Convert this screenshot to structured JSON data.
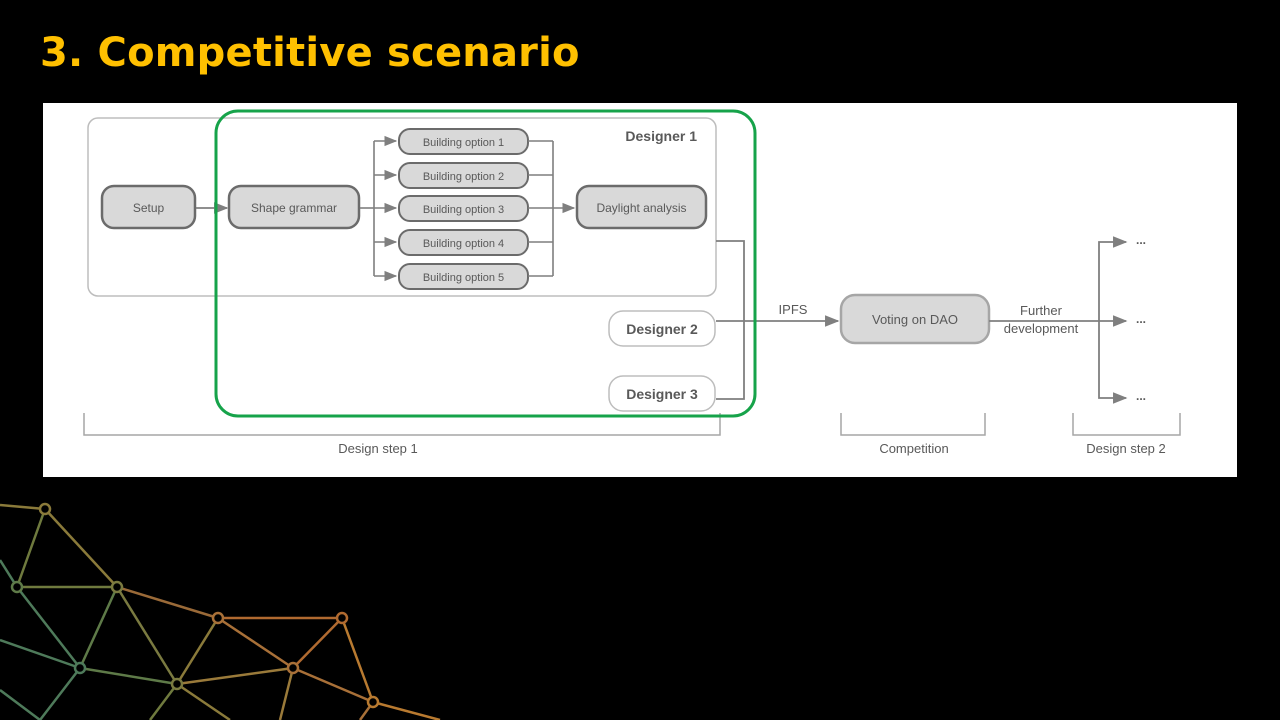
{
  "slide": {
    "title": "3. Competitive scenario"
  },
  "diagram": {
    "designer1_label": "Designer 1",
    "designer2_label": "Designer 2",
    "designer3_label": "Designer 3",
    "setup_label": "Setup",
    "shape_grammar_label": "Shape grammar",
    "building_options": [
      "Building option 1",
      "Building option 2",
      "Building option 3",
      "Building option 4",
      "Building option 5"
    ],
    "daylight_label": "Daylight analysis",
    "ipfs_label": "IPFS",
    "voting_label": "Voting on DAO",
    "further_label_line1": "Further",
    "further_label_line2": "development",
    "ellipsis": "...",
    "phase_design_step_1": "Design step 1",
    "phase_competition": "Competition",
    "phase_design_step_2": "Design step 2"
  },
  "colors": {
    "title": "#FFC000",
    "highlight": "#16A34A",
    "node_fill": "#D9D9D9",
    "node_stroke": "#6B6B6B",
    "arrow": "#7F7F7F",
    "text": "#595959"
  }
}
